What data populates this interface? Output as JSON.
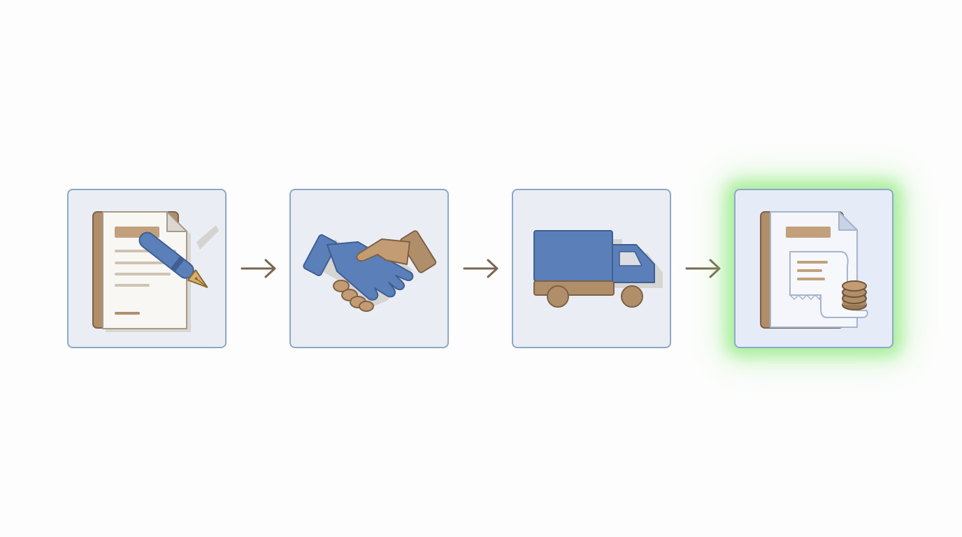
{
  "diagram": {
    "steps": [
      {
        "icon": "contract-signing-icon",
        "state": "normal"
      },
      {
        "icon": "handshake-icon",
        "state": "normal"
      },
      {
        "icon": "delivery-truck-icon",
        "state": "normal"
      },
      {
        "icon": "invoice-payment-icon",
        "state": "highlighted"
      }
    ],
    "colors": {
      "box_border": "#8ea7c6",
      "box_fill": "#eaeef4",
      "blue": "#5b7fb9",
      "tan": "#b08e6a",
      "arrow": "#7a6552",
      "highlight_glow": "#78e664"
    }
  }
}
